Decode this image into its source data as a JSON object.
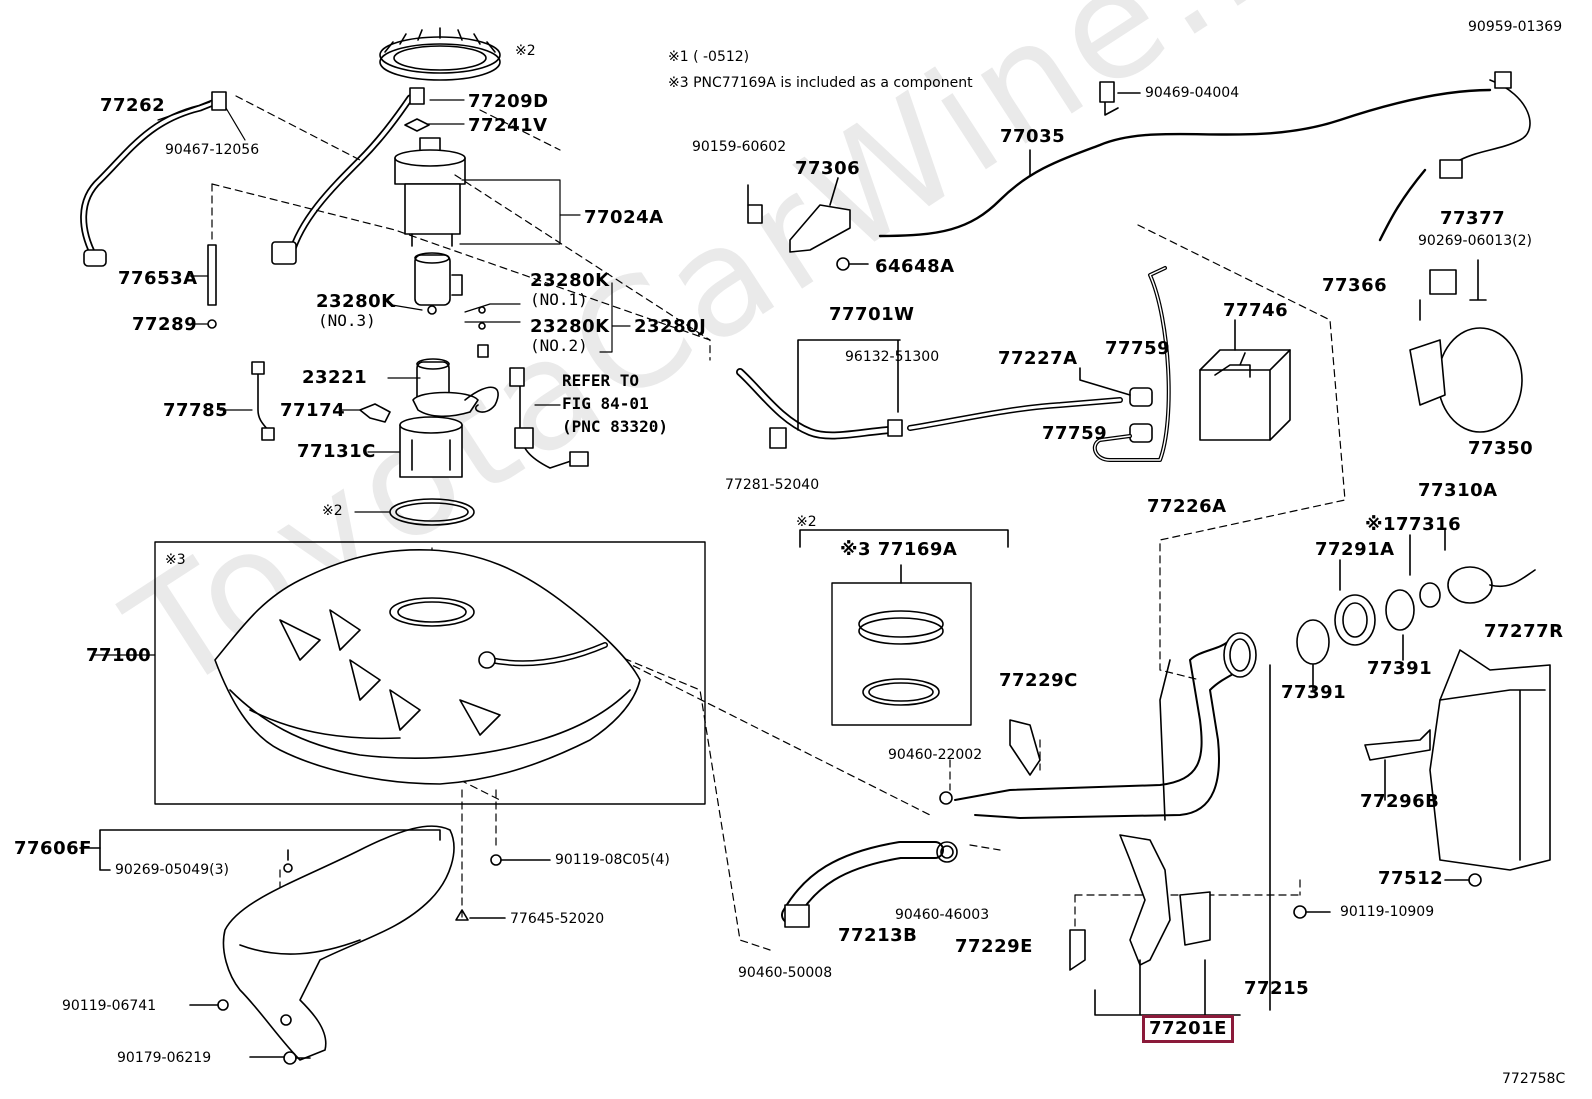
{
  "watermark": "ToyotaCarWine.ru",
  "diagram_code": "772758C",
  "notes": {
    "n1": "※1 (    -0512)",
    "n3": "※3 PNC77169A is included as a component"
  },
  "highlight_color": "#8b1a3a",
  "labels": {
    "p90959_01369": "90959-01369",
    "p90469_04004": "90469-04004",
    "p77035": "77035",
    "p90159_60602": "90159-60602",
    "p77306": "77306",
    "p64648a": "64648A",
    "p77377": "77377",
    "p90269_06013": "90269-06013(2)",
    "p77366": "77366",
    "p77350": "77350",
    "p77746": "77746",
    "p77759a": "77759",
    "p77759b": "77759",
    "p77227a": "77227A",
    "p77226a": "77226A",
    "p77701w": "77701W",
    "p96132_51300": "96132-51300",
    "p77281_52040": "77281-52040",
    "p77262": "77262",
    "p90467_12056": "90467-12056",
    "p77209d": "77209D",
    "p77241v": "77241V",
    "mark2_top": "※2",
    "p77024a": "77024A",
    "p77653a": "77653A",
    "p77289": "77289",
    "p23280k_no3": "23280K",
    "no3": "(NO.3)",
    "p23280k_no1": "23280K",
    "no1": "(NO.1)",
    "p23280k_no2": "23280K",
    "no2": "(NO.2)",
    "p23280j": "23280J",
    "p23221": "23221",
    "p77785": "77785",
    "p77174": "77174",
    "p77131c": "77131C",
    "refer1": "REFER TO",
    "refer2": "FIG 84-01",
    "refer3": "(PNC 83320)",
    "mark2_mid": "※2",
    "mark3_box": "※3",
    "p77100": "77100",
    "mark2_kit": "※2",
    "p77169a": "※3 77169A",
    "p77229c": "77229C",
    "p90460_22002": "90460-22002",
    "p90460_46003": "90460-46003",
    "p77213b": "77213B",
    "p90460_50008": "90460-50008",
    "p77229e": "77229E",
    "p77201e": "77201E",
    "p77215": "77215",
    "p77310a": "77310A",
    "p77316": "※177316",
    "p77291a": "77291A",
    "p77391a": "77391",
    "p77391b": "77391",
    "p77277r": "77277R",
    "p77296b": "77296B",
    "p77512": "77512",
    "p90119_10909": "90119-10909",
    "p77606f": "77606F",
    "p90269_05049": "90269-05049(3)",
    "p90119_08c05": "90119-08C05(4)",
    "p77645_52020": "77645-52020",
    "p90119_06741": "90119-06741",
    "p90179_06219": "90179-06219"
  }
}
